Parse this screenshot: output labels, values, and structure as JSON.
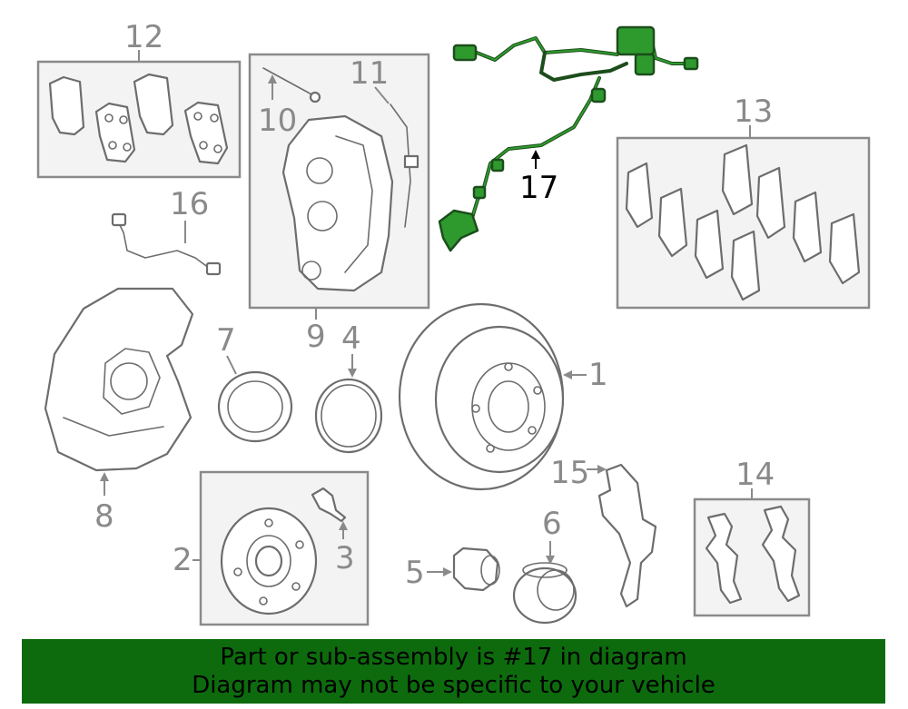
{
  "callouts": {
    "n1": "1",
    "n2": "2",
    "n3": "3",
    "n4": "4",
    "n5": "5",
    "n6": "6",
    "n7": "7",
    "n8": "8",
    "n9": "9",
    "n10": "10",
    "n11": "11",
    "n12": "12",
    "n13": "13",
    "n14": "14",
    "n15": "15",
    "n16": "16",
    "n17": "17"
  },
  "highlight_color": "#2e9a2e",
  "banner": {
    "color": "#0d6b0d",
    "line1": "Part or sub-assembly is #17 in diagram",
    "line2": "Diagram may not be specific to your vehicle"
  }
}
